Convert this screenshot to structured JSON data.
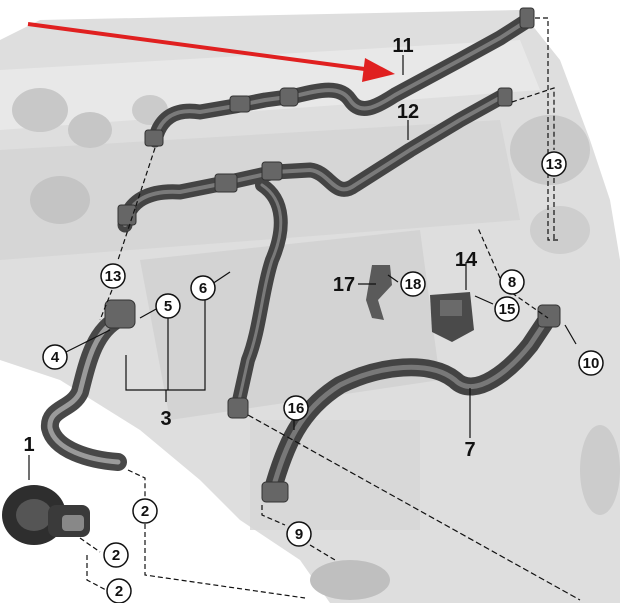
{
  "colors": {
    "background": "#ffffff",
    "engine": "#d9d9d9",
    "engine_dark": "#bdbdbd",
    "hose": "#4a4a4a",
    "hose_highlight": "#7a7a7a",
    "arrow": "#e02020",
    "label": "#111111"
  },
  "callouts": {
    "circled": [
      "2",
      "2",
      "2",
      "4",
      "5",
      "6",
      "8",
      "9",
      "10",
      "13",
      "13",
      "15",
      "16",
      "18"
    ],
    "plain": [
      "1",
      "3",
      "7",
      "11",
      "12",
      "14",
      "17"
    ]
  }
}
